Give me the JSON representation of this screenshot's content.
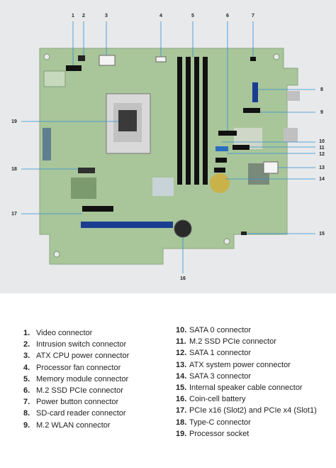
{
  "callouts": {
    "c1": "1",
    "c2": "2",
    "c3": "3",
    "c4": "4",
    "c5": "5",
    "c6": "6",
    "c7": "7",
    "c8": "8",
    "c9": "9",
    "c10": "10",
    "c11": "11",
    "c12": "12",
    "c13": "13",
    "c14": "14",
    "c15": "15",
    "c16": "16",
    "c17": "17",
    "c18": "18",
    "c19": "19"
  },
  "legend": {
    "left": [
      {
        "num": "1.",
        "label": "Video connector"
      },
      {
        "num": "2.",
        "label": "Intrusion switch connector"
      },
      {
        "num": "3.",
        "label": "ATX CPU power connector"
      },
      {
        "num": "4.",
        "label": "Processor fan connector"
      },
      {
        "num": "5.",
        "label": "Memory module connector"
      },
      {
        "num": "6.",
        "label": "M.2 SSD PCIe connector"
      },
      {
        "num": "7.",
        "label": "Power button connector"
      },
      {
        "num": "8.",
        "label": "SD-card reader connector"
      },
      {
        "num": "9.",
        "label": "M.2 WLAN connector"
      }
    ],
    "right": [
      {
        "num": "10.",
        "label": "SATA 0 connector"
      },
      {
        "num": "11.",
        "label": "M.2 SSD PCIe connector"
      },
      {
        "num": "12.",
        "label": "SATA 1 connector"
      },
      {
        "num": "13.",
        "label": "ATX system power connector"
      },
      {
        "num": "14.",
        "label": "SATA 3 connector"
      },
      {
        "num": "15.",
        "label": "Internal speaker cable connector"
      },
      {
        "num": "16.",
        "label": "Coin-cell battery"
      },
      {
        "num": "17.",
        "label": "PCIe x16 (Slot2) and PCIe x4 (Slot1)"
      },
      {
        "num": "18.",
        "label": "Type-C connector"
      },
      {
        "num": "19.",
        "label": "Processor socket"
      }
    ]
  },
  "colors": {
    "panel_bg": "#e8e9ea",
    "board": "#a9c59a",
    "board_dark": "#8fb08a",
    "socket": "#d9d9d9",
    "dimm": "#111111",
    "pcie_blue": "#1a3d8f",
    "sata_blue": "#2b6fc0",
    "leader": "#2f8fd6"
  }
}
